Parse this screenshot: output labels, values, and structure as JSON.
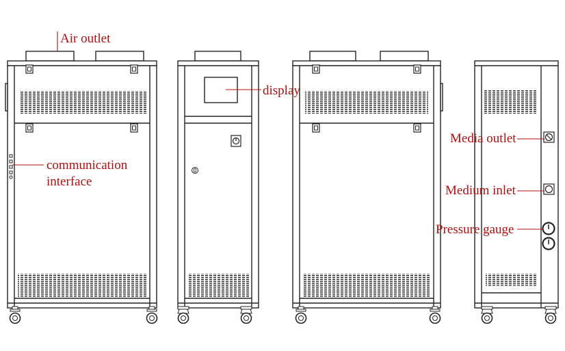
{
  "labels": {
    "air_outlet": "Air outlet",
    "communication_interface_line1": "communication",
    "communication_interface_line2": "interface",
    "display": "display",
    "media_outlet": "Media outlet",
    "medium_inlet": "Medium inlet",
    "pressure_gauge": "Pressure gauge"
  },
  "colors": {
    "label": "#b01010",
    "line": "#222222",
    "vent": "#333333",
    "background": "#ffffff"
  }
}
